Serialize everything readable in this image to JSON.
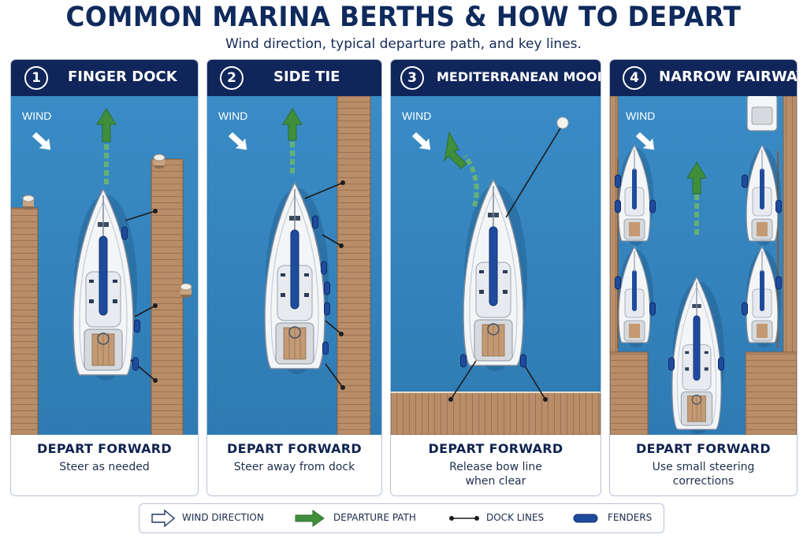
{
  "header": {
    "title": "COMMON MARINA BERTHS & HOW TO DEPART",
    "subtitle": "Wind direction, typical departure path, and key lines."
  },
  "panels": [
    {
      "number": "1",
      "label": "FINGER DOCK",
      "wind_label": "WIND",
      "action": "DEPART FORWARD",
      "detail": [
        "Steer as needed"
      ]
    },
    {
      "number": "2",
      "label": "SIDE TIE",
      "wind_label": "WIND",
      "action": "DEPART FORWARD",
      "detail": [
        "Steer away from dock"
      ]
    },
    {
      "number": "3",
      "label": "MEDITERRANEAN MOORING",
      "wind_label": "WIND",
      "action": "DEPART FORWARD",
      "detail": [
        "Release bow line",
        "when clear"
      ]
    },
    {
      "number": "4",
      "label": "NARROW FAIRWAY",
      "wind_label": "WIND",
      "action": "DEPART FORWARD",
      "detail": [
        "Use small steering",
        "corrections"
      ]
    }
  ],
  "legend": {
    "items": [
      {
        "icon": "wind-direction-arrow-icon",
        "label": "WIND DIRECTION"
      },
      {
        "icon": "departure-path-arrow-icon",
        "label": "DEPARTURE PATH"
      },
      {
        "icon": "dock-line-icon",
        "label": "DOCK LINES"
      },
      {
        "icon": "fender-icon",
        "label": "FENDERS"
      }
    ]
  },
  "colors": {
    "navy": "#10265a",
    "water": "#3583bd",
    "dock_wood": "#b88d68",
    "departure_green": "#3f8e3c",
    "fender_blue": "#1f4b9e",
    "hull_white": "#f4f5f7"
  }
}
